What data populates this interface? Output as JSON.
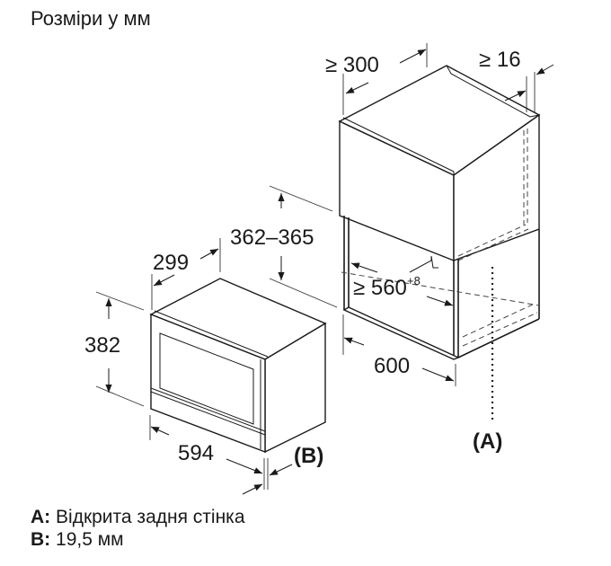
{
  "title": "Розміри у мм",
  "dimensions": {
    "cabinet_depth": "≥ 300",
    "cabinet_gap": "≥ 16",
    "niche_height": "362–365",
    "niche_width": "≥ 560",
    "niche_width_tolerance": "+8",
    "cabinet_width": "600",
    "appliance_depth": "299",
    "appliance_height": "382",
    "appliance_width": "594"
  },
  "callouts": {
    "a": "(A)",
    "b": "(B)"
  },
  "legend": [
    {
      "key": "A:",
      "text": "Відкрита задня стінка"
    },
    {
      "key": "B:",
      "text": "19,5 мм"
    }
  ],
  "colors": {
    "line": "#1a1a1a",
    "background": "#ffffff"
  }
}
